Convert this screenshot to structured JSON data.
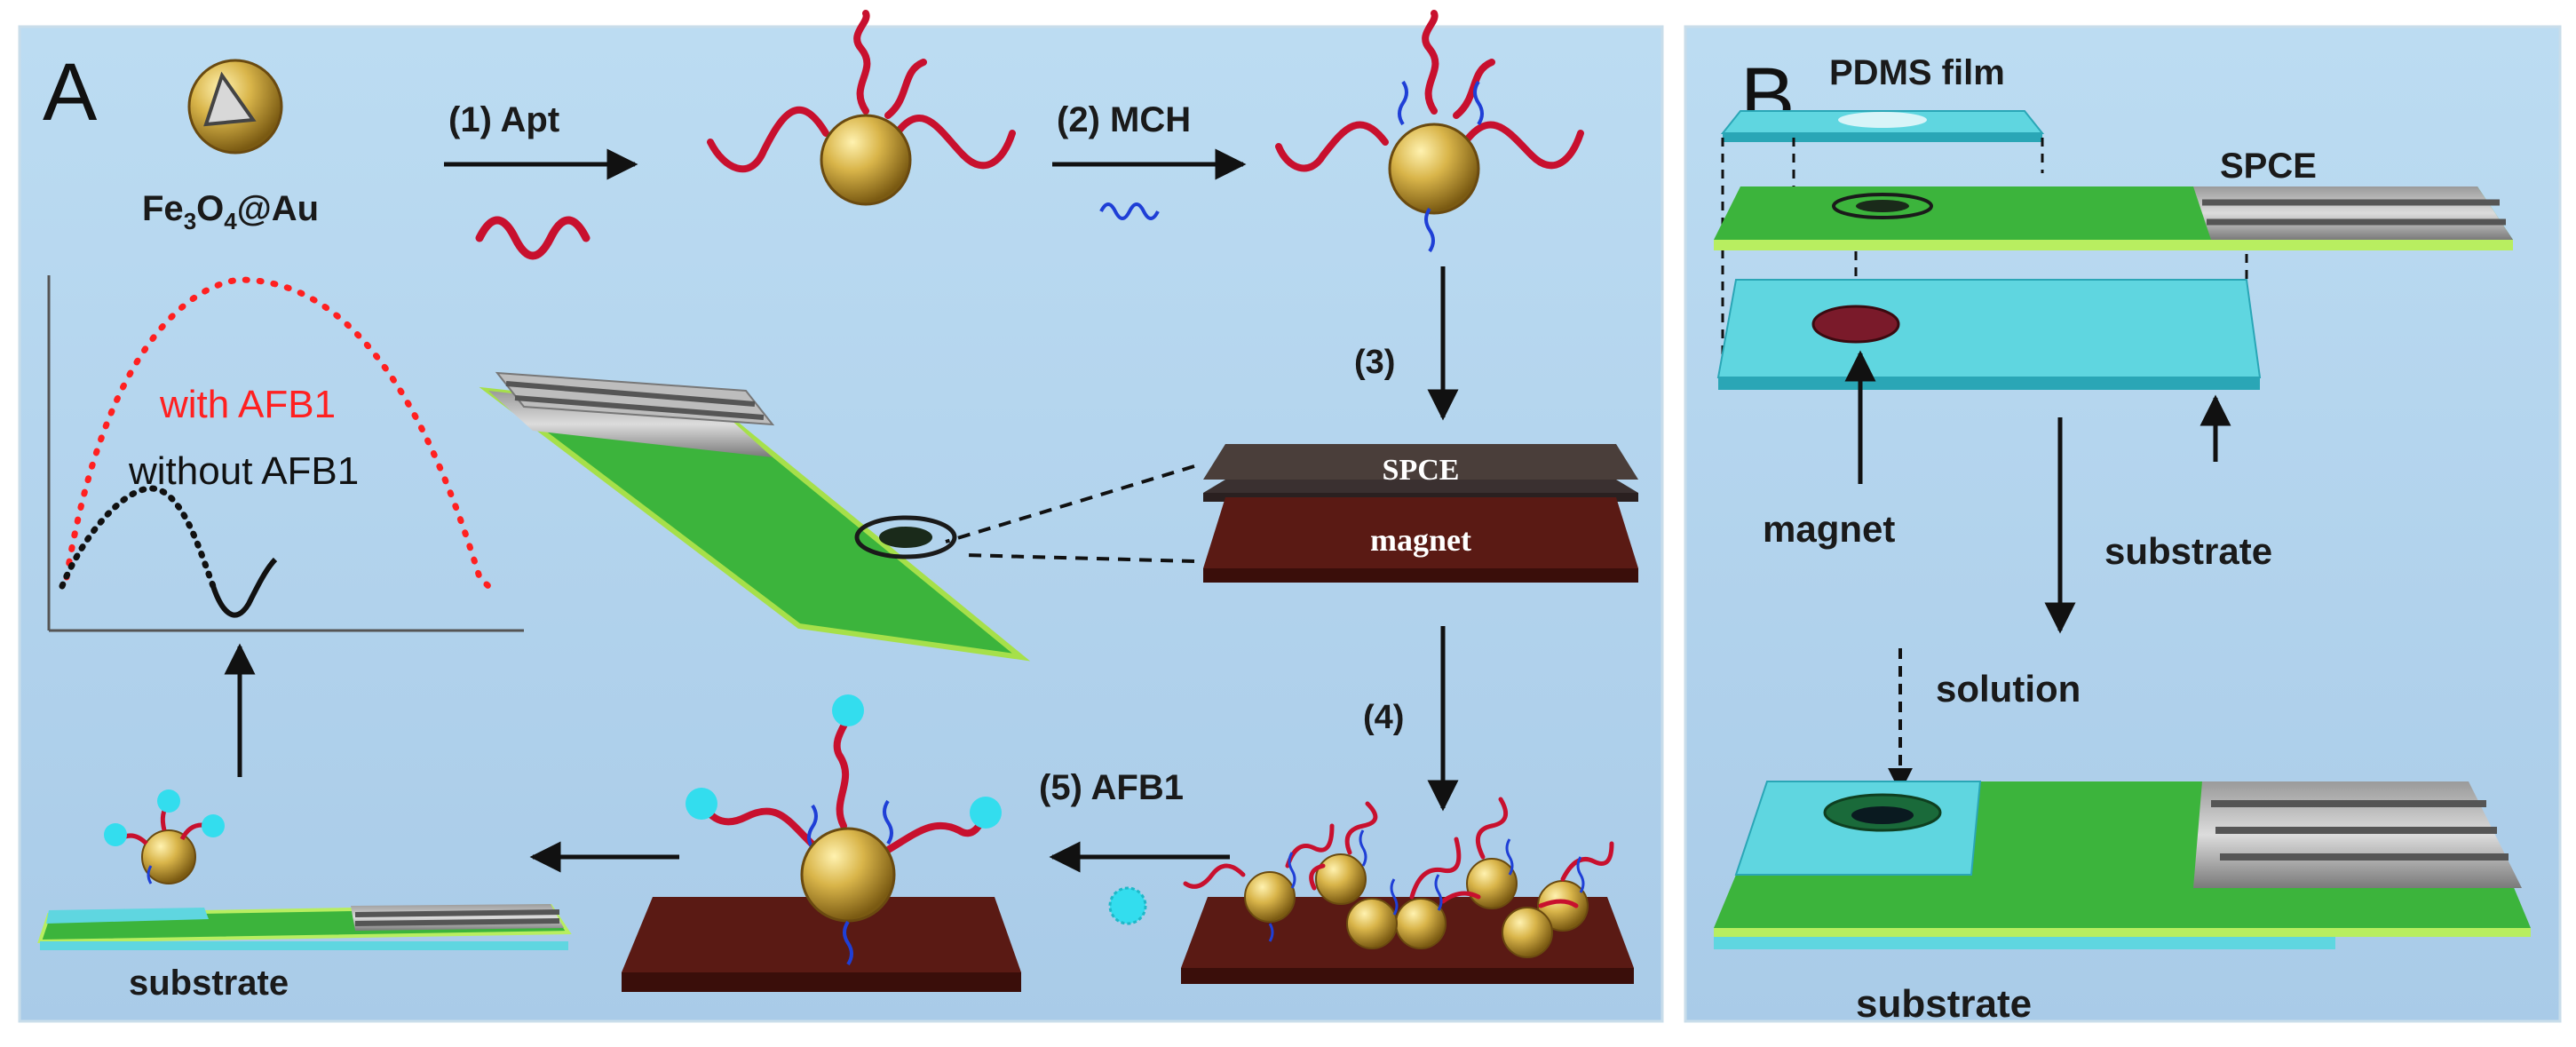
{
  "panel_a": {
    "letter": "A",
    "particle_label": {
      "main": "Fe",
      "sub": "3",
      "main2": "O",
      "sub2": "4",
      "tail": "@Au"
    },
    "step1": "(1)  Apt",
    "step2": "(2)  MCH",
    "step3": "(3)",
    "step4": "(4)",
    "step5": "(5)  AFB1",
    "spce": "SPCE",
    "magnet": "magnet",
    "substrate": "substrate",
    "plot": {
      "with_label": "with AFB1",
      "without_label": "without AFB1",
      "with_color": "#ff2020",
      "without_color": "#111111"
    }
  },
  "panel_b": {
    "letter": "B",
    "pdms": "PDMS film",
    "spce": "SPCE",
    "magnet": "magnet",
    "substrate_mid": "substrate",
    "solution": "solution",
    "substrate_bottom": "substrate"
  },
  "colors": {
    "background": "#b6d6ee",
    "aptamer": "#c8102e",
    "mch": "#1f3fd6",
    "electrode_green": "#3cb43c",
    "magnet_brown": "#4a1410",
    "pdms_cyan": "#5fd6e0",
    "particle_gold": "#d4b24a",
    "afb1_cyan": "#33ddee"
  }
}
